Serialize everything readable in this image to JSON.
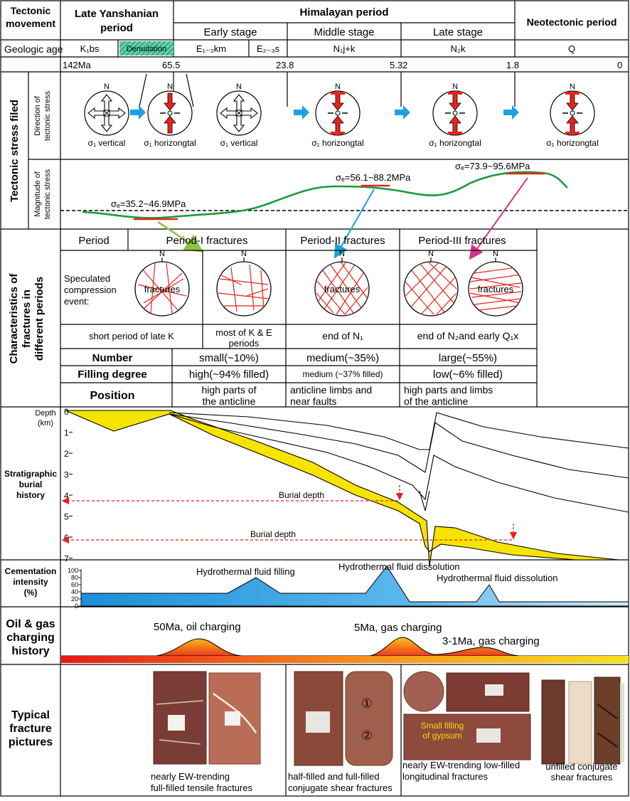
{
  "header": {
    "tectonic_movement": [
      "Tectonic",
      "movement"
    ],
    "late_yanshanian": [
      "Late Yanshanian",
      "period"
    ],
    "himalayan": "Himalayan period",
    "early_stage": "Early stage",
    "middle_stage": "Middle stage",
    "late_stage": "Late stage",
    "neotectonic": "Neotectonic period",
    "geologic_age": "Geologic age",
    "strata": {
      "k1bs": "K₁bs",
      "denudation": "Denudation",
      "e12km": "E₁₋₂km",
      "e23s": "E₂₋₃s",
      "n1jk": "N₁j+k",
      "n2k": "N₂k",
      "q": "Q"
    },
    "ages": [
      "142Ma",
      "65.5",
      "23.8",
      "5.32",
      "1.8",
      "0"
    ]
  },
  "stress": {
    "section": "Tectonic stress filed",
    "direction_label": [
      "Direction of",
      "tectonic stress"
    ],
    "magnitude_label": [
      "Magnitude of",
      "tectonic stress"
    ],
    "north": "N",
    "states": [
      "σ₁ vertical",
      "σ₁ horizongtal",
      "σ₁  vertical",
      "σ₁ horizongtal",
      "σ₁ horizongtal",
      "σ₁ horizongtal"
    ],
    "magnitudes": [
      "σₑ=35.2~46.9MPa",
      "σₑ=56.1~88.2MPa",
      "σₑ=73.9~95.6MPa"
    ]
  },
  "fractures": {
    "section": [
      "Characteristics of",
      "fractures in",
      "different periods"
    ],
    "period_label": "Period",
    "periods": [
      "Period-I fractures",
      "Period-II fractures",
      "Period-III fractures"
    ],
    "speculated": [
      "Speculated",
      "compression",
      "event:"
    ],
    "fracture_word": "fractures",
    "times": [
      "short period of late K",
      "most of K & E",
      "periods",
      "end of N₁",
      "end of N₂and early Q₁x"
    ],
    "number_label": "Number",
    "numbers": [
      "small(~10%)",
      "medium(~35%)",
      "large(~55%)"
    ],
    "filling_label": "Filling degree",
    "fillings": [
      "high(~94% filled)",
      "medium (~37% filled)",
      "low(~6% filled)"
    ],
    "position_label": "Position",
    "positions": [
      [
        "high parts of",
        "the anticline"
      ],
      [
        "anticline limbs and",
        "near faults"
      ],
      [
        "high parts and limbs",
        "of the anticline"
      ]
    ]
  },
  "burial": {
    "section": [
      "Stratigraphic",
      "burial",
      "history"
    ],
    "depth_label": [
      "Depth",
      "(km)"
    ],
    "depth_ticks": [
      "0",
      "1",
      "2",
      "3",
      "4",
      "5",
      "6",
      "7"
    ],
    "burial_depth": "Burial depth"
  },
  "cementation": {
    "section": [
      "Cementation",
      "intensity",
      "(%)"
    ],
    "ticks": [
      "100",
      "80",
      "60",
      "40",
      "20",
      "0"
    ],
    "events": [
      "Hydrothermal fluid filling",
      "Hydrothermal fluid dissolution",
      "Hydrothermal fluid dissolution"
    ]
  },
  "charging": {
    "section": [
      "Oil & gas",
      "charging",
      "history"
    ],
    "events": [
      "50Ma, oil charging",
      "5Ma, gas charging",
      "3-1Ma, gas charging"
    ]
  },
  "pictures": {
    "section": [
      "Typical",
      "fracture",
      "pictures"
    ],
    "captions": [
      [
        "nearly EW-trending",
        "full-filled tensile fractures"
      ],
      [
        "half-filled and full-filled",
        "conjugate shear fractures"
      ],
      [
        "nearly EW-trending low-filled",
        "longitudinal fractures"
      ],
      [
        "unfilled conjugate",
        "shear fractures"
      ]
    ],
    "gypsum_note": [
      "Small filling",
      "of gypsum"
    ],
    "core_labels": [
      "①",
      "②"
    ]
  },
  "colors": {
    "accent_blue": "#1ba1e2",
    "stress_red": "#e8231c",
    "curve_green": "#1a9a3c",
    "fill_yellow": "#f6e400",
    "cement_blue": "#2fa0e0",
    "gypsum_text": "#f5d800"
  }
}
